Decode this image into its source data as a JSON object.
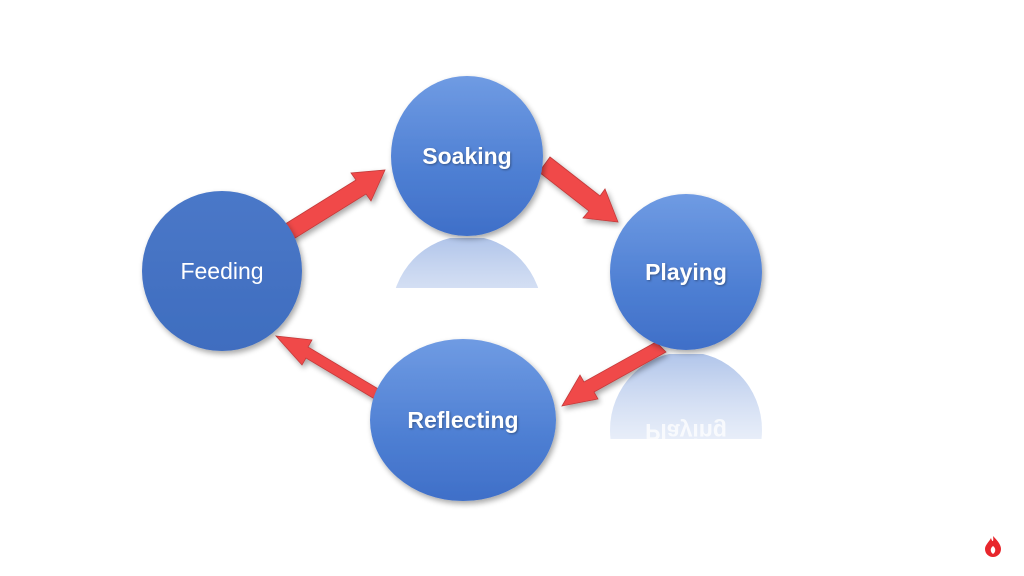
{
  "diagram": {
    "nodes": {
      "soaking": {
        "label": "Soaking"
      },
      "playing": {
        "label": "Playing"
      },
      "reflecting": {
        "label": "Reflecting"
      },
      "feeding": {
        "label": "Feeding"
      }
    },
    "arrow_color": "#f04a4a",
    "node_color": "#4472c4",
    "node_color_light": "#6f97e0"
  },
  "logo": {
    "icon": "flame-logo-icon",
    "color": "#e8262c"
  }
}
